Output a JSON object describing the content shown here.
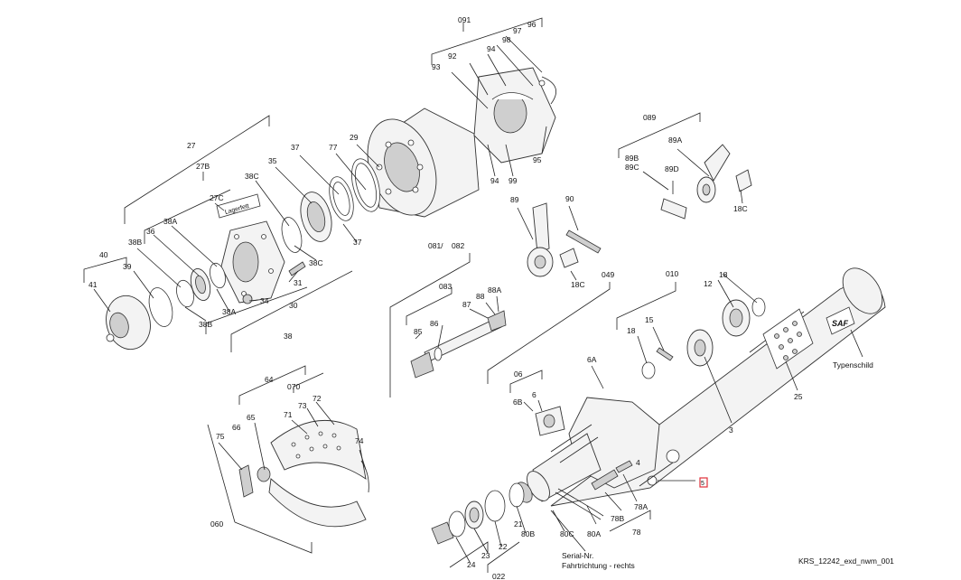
{
  "drawing_id": "KRS_12242_exd_nwm_001",
  "colors": {
    "line": "#222222",
    "part_fill": "#f3f3f3",
    "part_dark": "#cfcfcf",
    "marker": "#e0303a"
  },
  "texts": {
    "lager_fett": "Lagerfett",
    "typenschild": "Typenschild",
    "saf": "SAF",
    "serial_nr": "Serial-Nr.",
    "fahrtrichtung": "Fahrtrichtung - rechts"
  },
  "labels": {
    "l_091": "091",
    "l_96": "96",
    "l_97": "97",
    "l_98": "98",
    "l_94a": "94",
    "l_92": "92",
    "l_93": "93",
    "l_94b": "94",
    "l_99": "99",
    "l_95": "95",
    "l_089": "089",
    "l_89A": "89A",
    "l_89B": "89B",
    "l_89C": "89C",
    "l_89D": "89D",
    "l_18C_a": "18C",
    "l_89": "89",
    "l_90": "90",
    "l_18C_b": "18C",
    "l_27": "27",
    "l_27B": "27B",
    "l_27C": "27C",
    "l_37a": "37",
    "l_77": "77",
    "l_29": "29",
    "l_38C_a": "38C",
    "l_35": "35",
    "l_37b": "37",
    "l_38C_b": "38C",
    "l_40": "40",
    "l_39": "39",
    "l_41": "41",
    "l_38B_a": "38B",
    "l_36": "36",
    "l_38A_a": "38A",
    "l_38B_b": "38B",
    "l_38A_b": "38A",
    "l_34": "34",
    "l_31": "31",
    "l_30": "30",
    "l_38": "38",
    "l_081": "081/",
    "l_082": "082",
    "l_083": "083",
    "l_87": "87",
    "l_88": "88",
    "l_88A": "88A",
    "l_86": "86",
    "l_85": "85",
    "l_049": "049",
    "l_010": "010",
    "l_18a": "18",
    "l_12": "12",
    "l_15": "15",
    "l_18b": "18",
    "l_6A": "6A",
    "l_06": "06",
    "l_6B": "6B",
    "l_6": "6",
    "l_3": "3",
    "l_25": "25",
    "l_4": "4",
    "l_5": "5",
    "l_78A": "78A",
    "l_78B": "78B",
    "l_80A": "80A",
    "l_80C": "80C",
    "l_78": "78",
    "l_80B": "80B",
    "l_21": "21",
    "l_22": "22",
    "l_23": "23",
    "l_24": "24",
    "l_022": "022",
    "l_64": "64",
    "l_070": "070",
    "l_72": "72",
    "l_73": "73",
    "l_71": "71",
    "l_65": "65",
    "l_66": "66",
    "l_75": "75",
    "l_74": "74",
    "l_060": "060"
  }
}
